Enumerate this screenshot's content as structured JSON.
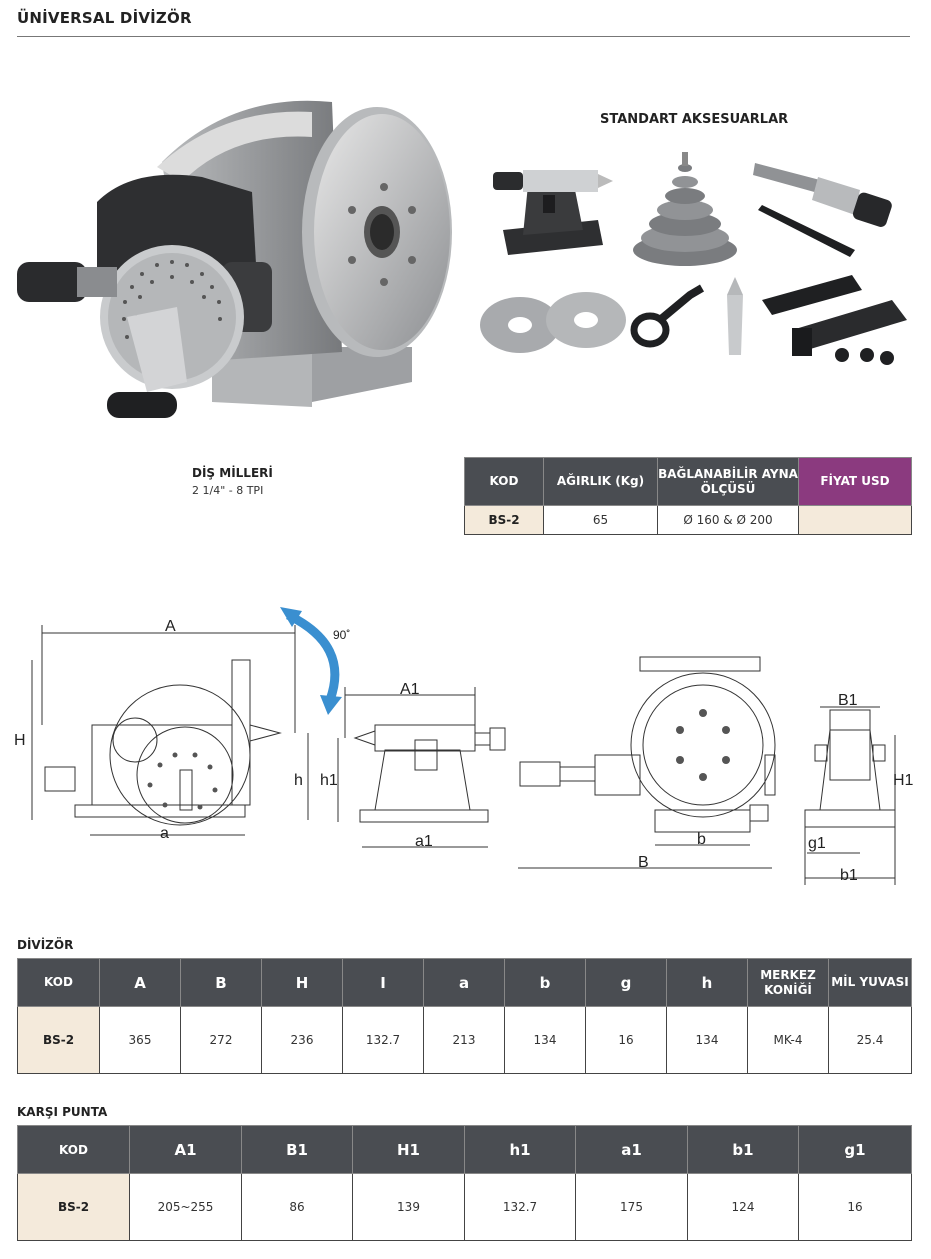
{
  "page": {
    "title": "ÜNİVERSAL DİVİZÖR",
    "accessories_title": "STANDART AKSESUARLAR",
    "thread": {
      "label": "DİŞ MİLLERİ",
      "value": "2 1/4\" - 8 TPI"
    }
  },
  "summary_table": {
    "headers": [
      "KOD",
      "AĞIRLIK (Kg)",
      "BAĞLANABİLİR AYNA ÖLÇÜSÜ",
      "FİYAT USD"
    ],
    "row": [
      "BS-2",
      "65",
      "Ø 160 & Ø 200",
      ""
    ]
  },
  "drawing": {
    "labels": {
      "A": "A",
      "H": "H",
      "h": "h",
      "a": "a",
      "angle": "90˚",
      "A1": "A1",
      "h1": "h1",
      "a1": "a1",
      "B": "B",
      "b": "b",
      "B1": "B1",
      "H1": "H1",
      "g1": "g1",
      "b1": "b1"
    }
  },
  "divizor": {
    "section_label": "DİVİZÖR",
    "headers": [
      "KOD",
      "A",
      "B",
      "H",
      "I",
      "a",
      "b",
      "g",
      "h",
      "MERKEZ KONİĞİ",
      "MİL YUVASI"
    ],
    "row": [
      "BS-2",
      "365",
      "272",
      "236",
      "132.7",
      "213",
      "134",
      "16",
      "134",
      "MK-4",
      "25.4"
    ]
  },
  "karsi_punta": {
    "section_label": "KARŞI PUNTA",
    "headers": [
      "KOD",
      "A1",
      "B1",
      "H1",
      "h1",
      "a1",
      "b1",
      "g1"
    ],
    "row": [
      "BS-2",
      "205~255",
      "86",
      "139",
      "132.7",
      "175",
      "124",
      "16"
    ]
  },
  "colors": {
    "header_bg": "#4a4d52",
    "code_cell_bg": "#f4eadb",
    "price_header_bg": "#8b3a7f",
    "arrow_blue": "#3a8fd0"
  },
  "icons": [
    "dividing-head-photo",
    "tailstock-photo",
    "gear-set-photo",
    "arbor-photo",
    "index-plates-photo",
    "lathe-dog-photo",
    "dead-center-photo",
    "clamp-photo"
  ]
}
